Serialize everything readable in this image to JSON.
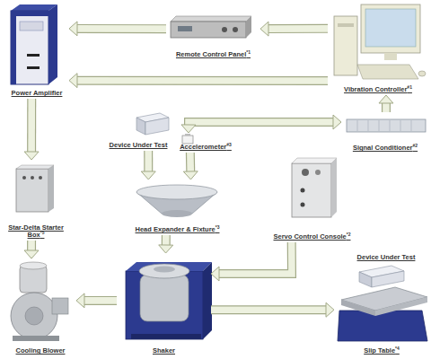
{
  "diagram": {
    "nodes": [
      {
        "text": [
          "Power Amplifier"
        ]
      },
      {
        "text": [
          "Remote Control Panel",
          "*1"
        ]
      },
      {
        "text": [
          "Vibration Controller",
          "#1"
        ]
      },
      {
        "text": [
          "Signal Conditioner",
          "#2"
        ]
      },
      {
        "text": [
          "Device Under Test"
        ]
      },
      {
        "text": [
          "Accelerometer",
          "#3"
        ]
      },
      {
        "text": [
          "Star-Delta Starter Box",
          "*5"
        ]
      },
      {
        "text": [
          "Head Expander & Fixture",
          "*3"
        ]
      },
      {
        "text": [
          "Servo Control Console",
          "*2"
        ]
      },
      {
        "text": [
          "Device Under Test"
        ]
      },
      {
        "text": [
          "Cooling Blower"
        ]
      },
      {
        "text": [
          "Shaker"
        ]
      },
      {
        "text": [
          "Slip Table",
          "*4"
        ]
      }
    ],
    "edges": [
      {
        "from": 2,
        "to": 1,
        "arrow": "to"
      },
      {
        "from": 1,
        "to": 0,
        "arrow": "to"
      },
      {
        "from": 2,
        "to": 0,
        "arrow": "to"
      },
      {
        "from": 3,
        "to": 2,
        "arrow": "to"
      },
      {
        "from": 5,
        "to": 3,
        "arrow": "both"
      },
      {
        "from": 0,
        "to": 6,
        "arrow": "to"
      },
      {
        "from": 6,
        "to": 10,
        "arrow": "to"
      },
      {
        "from": 4,
        "to": 7,
        "arrow": "to"
      },
      {
        "from": 5,
        "to": 7,
        "arrow": "to"
      },
      {
        "from": 7,
        "to": 11,
        "arrow": "to"
      },
      {
        "from": 11,
        "to": 10,
        "arrow": "to"
      },
      {
        "from": 8,
        "to": 11,
        "arrow": "to"
      },
      {
        "from": 11,
        "to": 12,
        "arrow": "to"
      }
    ]
  }
}
